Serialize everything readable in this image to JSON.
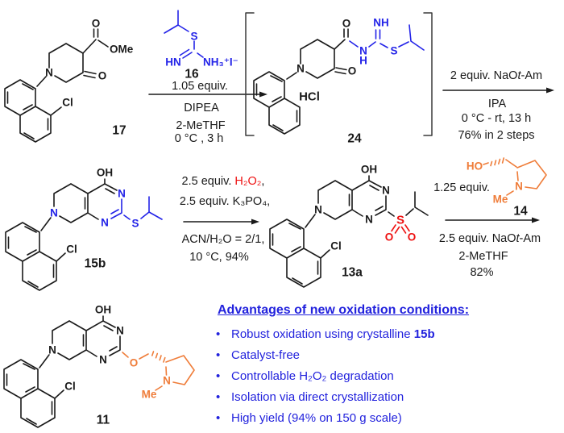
{
  "colors": {
    "bond_black": "#1a1a1a",
    "chem_blue": "#2424e8",
    "chem_red": "#ee1111",
    "chem_orange": "#ef7d3a",
    "advantage_blue": "#2222dd"
  },
  "atoms": {
    "N": "N",
    "O": "O",
    "S": "S",
    "H": "H",
    "OH": "OH",
    "HO": "HO",
    "OMe": "OMe",
    "Cl": "Cl",
    "HN": "HN",
    "NH": "NH",
    "NH3I": "NH₃⁺I⁻",
    "HCl": "HCl",
    "Me": "Me"
  },
  "labels": {
    "c17": "17",
    "c16": "16",
    "c24": "24",
    "c15b": "15b",
    "c13a": "13a",
    "c14": "14",
    "c11": "11"
  },
  "steps": {
    "step1": {
      "equiv": "1.05 equiv.",
      "line2": "DIPEA",
      "line3": "2-MeTHF",
      "line4": "0 °C , 3 h"
    },
    "step2": {
      "pre": "2 equiv. NaO",
      "it": "t",
      "post": "-Am",
      "line2": "IPA",
      "line3": "0 °C - rt, 13 h",
      "line4": "76% in 2 steps"
    },
    "step3": {
      "l1_pre": "2.5 equiv. ",
      "l1_red": "H₂O₂",
      "l1_post": ",",
      "line2": "2.5 equiv. K₃PO₄,",
      "line3": "ACN/H₂O = 2/1,",
      "line4": "10 °C, 94%"
    },
    "step4": {
      "equiv": "1.25 equiv.",
      "pre": "2.5 equiv. NaO",
      "it": "t",
      "post": "-Am",
      "line2": "2-MeTHF",
      "line3": "82%"
    }
  },
  "advantages": {
    "title": "Advantages of new oxidation conditions:",
    "bullets": [
      {
        "pre": "Robust oxidation using crystalline ",
        "bold": "15b"
      },
      {
        "pre": "Catalyst-free",
        "bold": ""
      },
      {
        "pre": "Controllable H₂O₂ degradation",
        "bold": ""
      },
      {
        "pre": "Isolation via direct crystallization",
        "bold": ""
      },
      {
        "pre": "High yield (94% on 150 g scale)",
        "bold": ""
      }
    ]
  }
}
